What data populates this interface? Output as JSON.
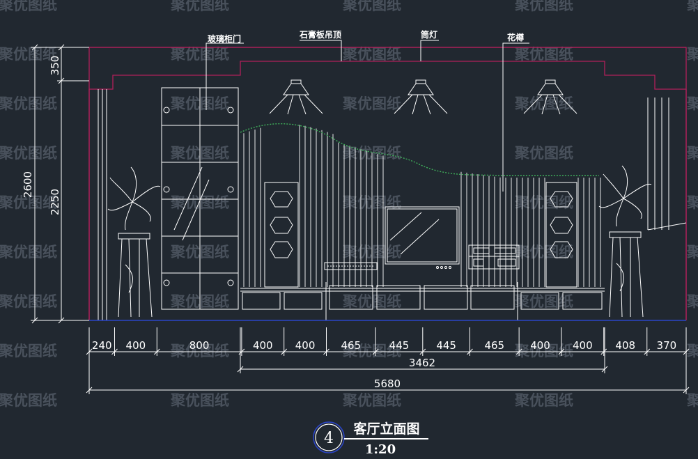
{
  "title": {
    "number": "4",
    "name": "客厅立面图",
    "scale": "1:20"
  },
  "labels": {
    "glass_door": "玻璃柜门",
    "ceiling": "石膏板吊顶",
    "spotlight": "筒灯",
    "pattern": "花樽"
  },
  "dims": {
    "left_total": "2600",
    "left_top": "350",
    "left_mid": "2250",
    "bottom_segments": [
      "240",
      "400",
      "800",
      "400",
      "400",
      "465",
      "445",
      "445",
      "465",
      "400",
      "400",
      "408",
      "370"
    ],
    "mid_total": "3462",
    "overall": "5680"
  },
  "watermark": "聚优图纸",
  "colors": {
    "background": "#212830",
    "line_white": "#ffffff",
    "line_magenta": "#b0205a",
    "line_green": "#3fae5a",
    "floor_blue": "#2b45c8"
  }
}
